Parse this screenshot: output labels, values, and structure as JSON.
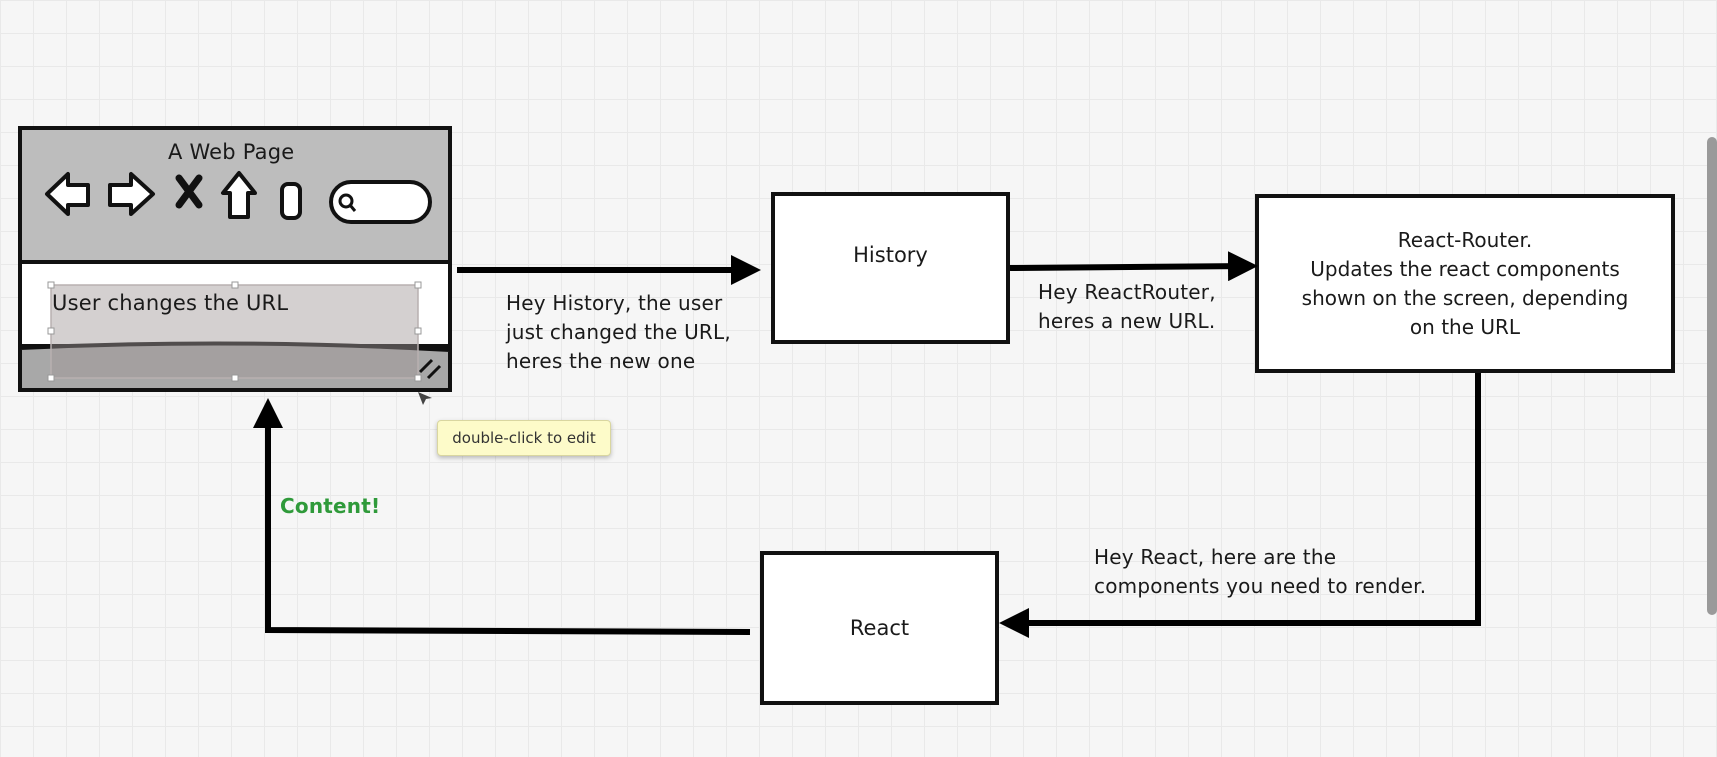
{
  "browser": {
    "title": "A Web Page",
    "field_text": "User changes the URL",
    "icons": [
      "back-arrow-icon",
      "forward-arrow-icon",
      "close-x-icon",
      "home-icon",
      "refresh-icon",
      "search-icon"
    ]
  },
  "nodes": {
    "history": "History",
    "router_title": "React-Router.",
    "router_line1": "Updates the react components",
    "router_line2": "shown on the screen, depending",
    "router_line3": "on the URL",
    "react": "React"
  },
  "edges": {
    "browser_to_history": [
      "Hey History, the user",
      "just changed the URL,",
      "heres the new one"
    ],
    "history_to_router": [
      "Hey ReactRouter,",
      "heres a new URL."
    ],
    "router_to_react": [
      "Hey React, here are the",
      "components you need to render."
    ],
    "react_to_browser": "Content!"
  },
  "tooltip": "double-click to edit",
  "colors": {
    "content_label": "#2f9a3a",
    "browser_frame": "#bdbdbd",
    "tooltip_bg": "#fdfbc9"
  }
}
